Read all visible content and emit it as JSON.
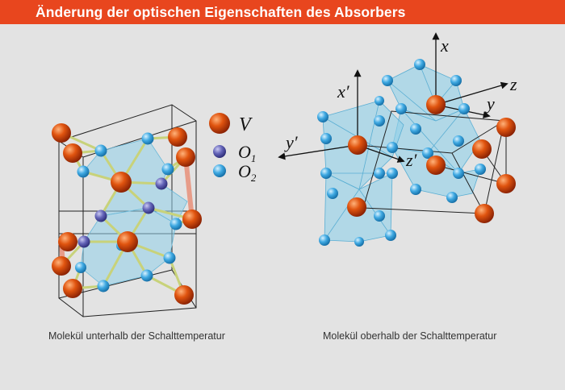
{
  "header": {
    "title": "Änderung der optischen Eigenschaften des Absorbers"
  },
  "legend": {
    "v_label": "V",
    "o1_label": "O",
    "o1_sub": "1",
    "o2_label": "O",
    "o2_sub": "2"
  },
  "axes": {
    "x": "x",
    "y": "y",
    "z": "z",
    "x_prime": "x′",
    "y_prime": "y′",
    "z_prime": "z′"
  },
  "captions": {
    "left": "Molekül unterhalb der Schalttemperatur",
    "right": "Molekül oberhalb der Schalttemperatur"
  },
  "colors": {
    "title_bar": "#e8461e",
    "vanadium": "#d8440a",
    "oxygen_1": "#5a5ab0",
    "oxygen_2": "#3aa6e0",
    "polyhedron": "#8fd0ea",
    "background": "#e3e3e3"
  }
}
